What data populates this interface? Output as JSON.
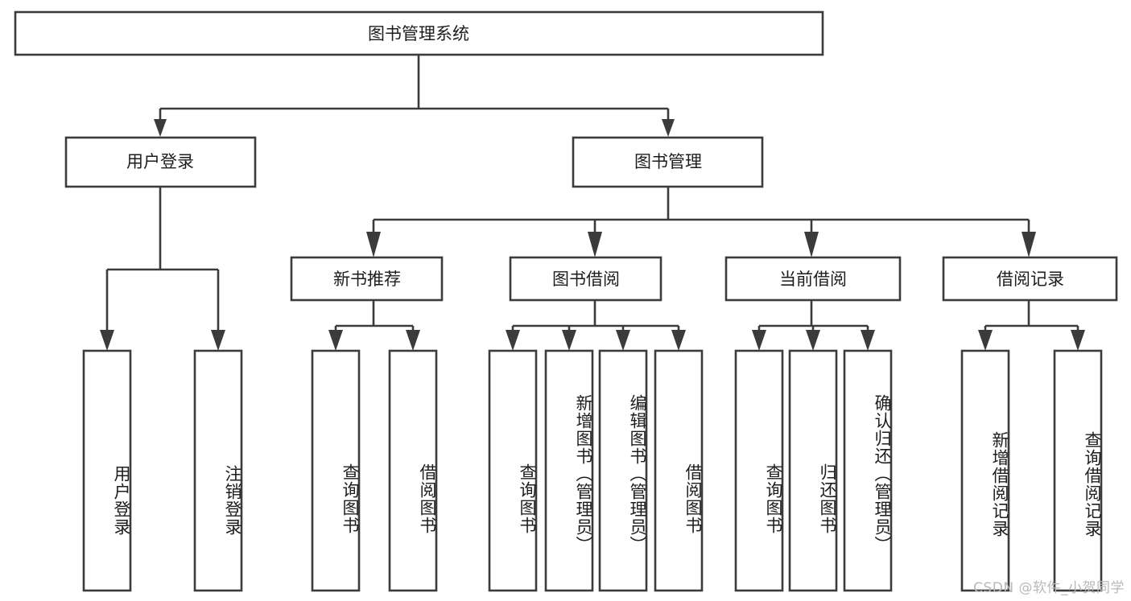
{
  "diagram": {
    "title": "图书管理系统",
    "type": "tree-hierarchy",
    "orientation": "top-down",
    "colors": {
      "box_stroke": "#3b3b3b",
      "box_fill": "#ffffff",
      "connector": "#3b3b3b",
      "text": "#1d1d1d",
      "background": "#ffffff",
      "watermark": "#b9b9b9"
    },
    "root": {
      "label": "图书管理系统",
      "orientation": "horizontal"
    },
    "level2": [
      {
        "label": "用户登录",
        "orientation": "horizontal"
      },
      {
        "label": "图书管理",
        "orientation": "horizontal"
      }
    ],
    "level3": [
      {
        "label": "新书推荐",
        "orientation": "horizontal"
      },
      {
        "label": "图书借阅",
        "orientation": "horizontal"
      },
      {
        "label": "当前借阅",
        "orientation": "horizontal"
      },
      {
        "label": "借阅记录",
        "orientation": "horizontal"
      }
    ],
    "leaves": {
      "user_login": [
        {
          "label": "用户登录",
          "orientation": "vertical"
        },
        {
          "label": "注销登录",
          "orientation": "vertical"
        }
      ],
      "new_book_recommend": [
        {
          "label": "查询图书",
          "orientation": "vertical"
        },
        {
          "label": "借阅图书",
          "orientation": "vertical"
        }
      ],
      "book_borrow": [
        {
          "label": "查询图书",
          "orientation": "vertical"
        },
        {
          "label": "新增图书（管理员）",
          "orientation": "vertical"
        },
        {
          "label": "编辑图书（管理员）",
          "orientation": "vertical"
        },
        {
          "label": "借阅图书",
          "orientation": "vertical"
        }
      ],
      "current_borrow": [
        {
          "label": "查询图书",
          "orientation": "vertical"
        },
        {
          "label": "归还图书",
          "orientation": "vertical"
        },
        {
          "label": "确认归还（管理员）",
          "orientation": "vertical"
        }
      ],
      "borrow_record": [
        {
          "label": "新增借阅记录",
          "orientation": "vertical"
        },
        {
          "label": "查询借阅记录",
          "orientation": "vertical"
        }
      ]
    },
    "watermark": "CSDN @软件_小贺同学"
  }
}
